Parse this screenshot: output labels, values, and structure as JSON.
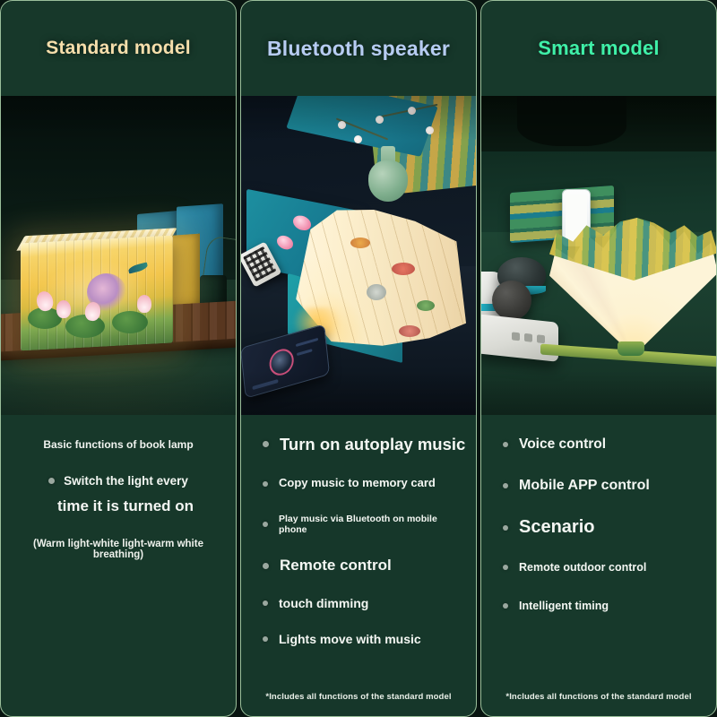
{
  "colors": {
    "page_background": "#081410",
    "panel_background": "#17382a",
    "panel_border": "#9bbf9b",
    "title_standard": "#f5deab",
    "title_bluetooth": "#b7ccf2",
    "title_smart": "#3ff0a8",
    "body_text": "#f4f7f3",
    "bullet": "#9aa89f"
  },
  "panels": [
    {
      "id": "standard-model",
      "title": "Standard model",
      "photo_alt": "Closed accordion book lamp glowing with lotus painting on a wooden plank beside stacked blue books and a dark vase",
      "features": {
        "heading": "Basic functions of book lamp",
        "bullet_line_1": "Switch the light every",
        "line_2": "time it is turned on",
        "note": "(Warm light-white light-warm white breathing)"
      }
    },
    {
      "id": "bluetooth-speaker",
      "title": "Bluetooth speaker",
      "photo_alt": "Open book lamp with teal cover fanned out on a dark table with a remote control, a smartphone showing a music player, and a green vase with blossoms",
      "features": [
        {
          "label": "Turn on autoplay music",
          "size": "xl"
        },
        {
          "label": "Copy music to memory card",
          "size": "md"
        },
        {
          "label": "Play music via Bluetooth on mobile phone",
          "size": "sm"
        },
        {
          "label": "Remote control",
          "size": "lg"
        },
        {
          "label": "touch dimming",
          "size": "md"
        },
        {
          "label": "Lights move with music",
          "size": "md"
        }
      ],
      "footnote": "*Includes all functions of the standard model"
    },
    {
      "id": "smart-model",
      "title": "Smart model",
      "photo_alt": "Fully opened fan-shaped book lamp glowing on a green desk beside smart speakers, a Bluetooth speaker and a smartphone",
      "features": [
        {
          "label": "Voice control",
          "size": "lg"
        },
        {
          "label": "Mobile APP control",
          "size": "lg"
        },
        {
          "label": "Scenario",
          "size": "xl"
        },
        {
          "label": "Remote outdoor control",
          "size": "md"
        },
        {
          "label": "Intelligent timing",
          "size": "md"
        }
      ],
      "footnote": "*Includes all functions of the standard model"
    }
  ]
}
